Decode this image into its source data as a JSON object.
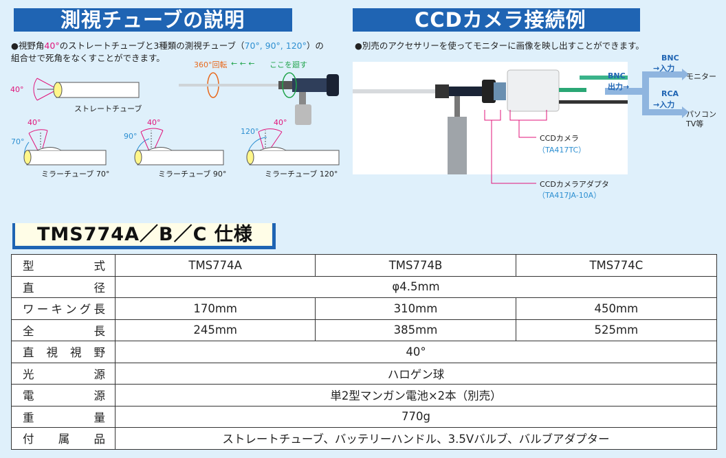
{
  "left": {
    "title": "測視チューブの説明",
    "desc_parts": [
      "●視野角",
      "40°",
      "のストレートチューブと3種類の測視チューブ（",
      "70°, 90°, 120°",
      "）の",
      "組合せで死角をなくすことができます。"
    ],
    "rotate_label": "360°回転",
    "arrows_label": "← ← ←",
    "turn_here": "ここを廻す",
    "straight": {
      "angle": "40°",
      "name": "ストレートチューブ"
    },
    "mirrors": [
      {
        "name": "ミラーチューブ 70°",
        "angle_a": "70°",
        "angle_b": "40°"
      },
      {
        "name": "ミラーチューブ 90°",
        "angle_a": "90°",
        "angle_b": "40°"
      },
      {
        "name": "ミラーチューブ 120°",
        "angle_a": "120°",
        "angle_b": "40°"
      }
    ]
  },
  "right": {
    "title": "CCDカメラ接続例",
    "desc": "●別売のアクセサリーを使ってモニターに画像を映し出すことができます。",
    "bnc_out_1": "BNC",
    "bnc_out_2": "出力→",
    "bnc_in_1": "BNC",
    "bnc_in_2": "→入力",
    "rca_in_1": "RCA",
    "rca_in_2": "→入力",
    "monitor": "モニター",
    "pc_1": "パソコン",
    "pc_2": "TV等",
    "camera_name": "CCDカメラ",
    "camera_model": "（TA417TC）",
    "adapter_name": "CCDカメラアダプタ",
    "adapter_model": "（TA417JA-10A）"
  },
  "spec": {
    "title": "TMS774A／B／C 仕様",
    "rows": [
      {
        "header": [
          "型",
          "式"
        ],
        "values": [
          "TMS774A",
          "TMS774B",
          "TMS774C"
        ]
      },
      {
        "header": [
          "直",
          "径"
        ],
        "values": [
          "φ4.5mm"
        ]
      },
      {
        "header": [
          "ワ",
          "ー",
          "キ",
          "ン",
          "グ",
          "長"
        ],
        "values": [
          "170mm",
          "310mm",
          "450mm"
        ]
      },
      {
        "header": [
          "全",
          "長"
        ],
        "values": [
          "245mm",
          "385mm",
          "525mm"
        ]
      },
      {
        "header": [
          "直",
          "視",
          "視",
          "野"
        ],
        "values": [
          "40°"
        ]
      },
      {
        "header": [
          "光",
          "源"
        ],
        "values": [
          "ハロゲン球"
        ]
      },
      {
        "header": [
          "電",
          "源"
        ],
        "values": [
          "単2型マンガン電池×2本（別売）"
        ]
      },
      {
        "header": [
          "重",
          "量"
        ],
        "values": [
          "770g"
        ]
      },
      {
        "header": [
          "付",
          "属",
          "品"
        ],
        "values": [
          "ストレートチューブ、バッテリーハンドル、3.5Vバルブ、バルブアダプター"
        ]
      }
    ]
  },
  "colors": {
    "header_bg": "#1f64b3",
    "page_bg": "#dff0fb",
    "accent_pink": "#e0137a",
    "accent_blue": "#2d8fd1",
    "accent_green": "#1fa34a",
    "accent_orange": "#e8681b"
  }
}
